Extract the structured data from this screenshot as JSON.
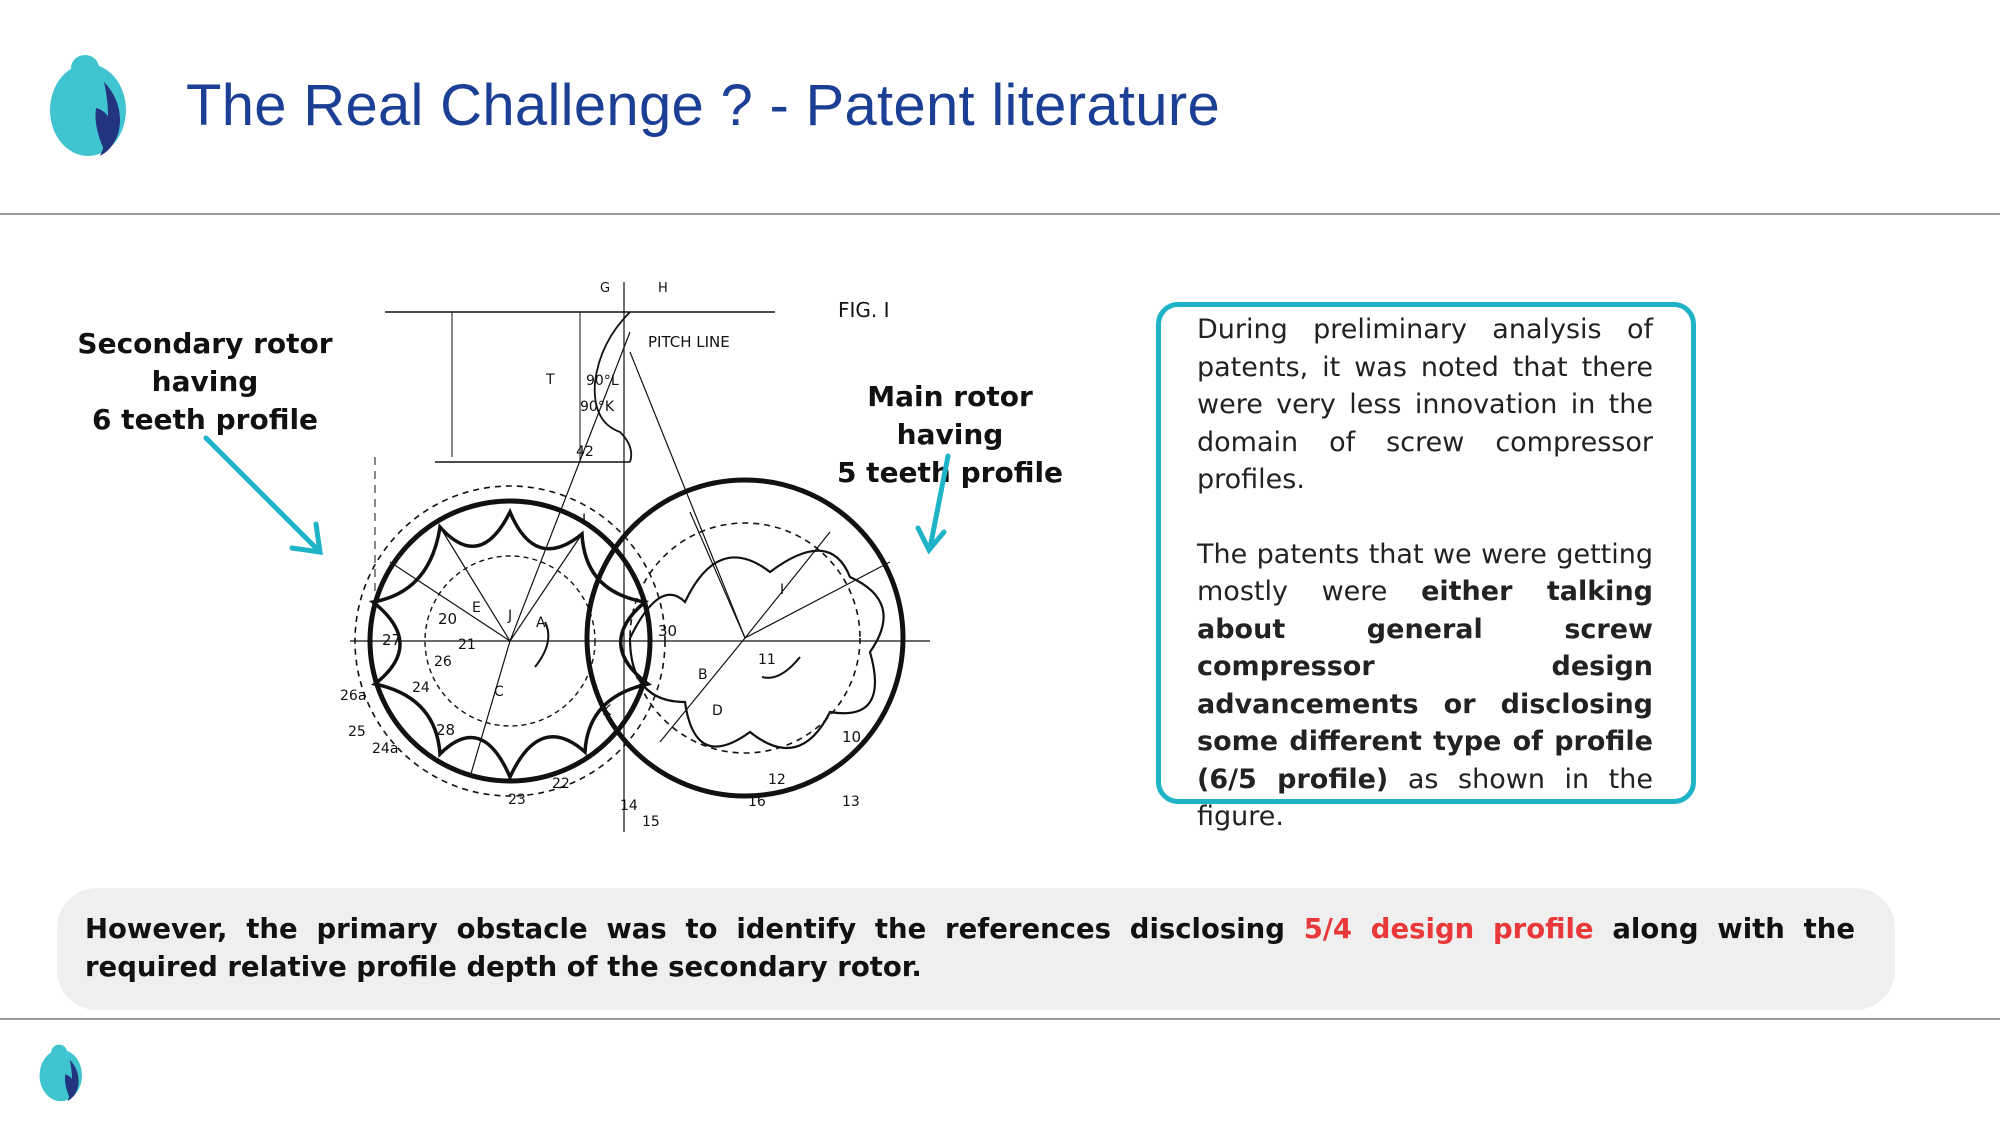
{
  "slide": {
    "title": "The Real Challenge ? - Patent literature"
  },
  "labels": {
    "secondary_rotor": [
      "Secondary rotor",
      "having",
      "6 teeth profile"
    ],
    "main_rotor": [
      "Main rotor having",
      "5 teeth profile"
    ]
  },
  "figure": {
    "fig_caption": "FIG. I",
    "pitch_line": "PITCH LINE",
    "dims": [
      "G",
      "H",
      "T",
      "90°L",
      "90°K",
      "42"
    ],
    "letters": [
      "E",
      "J",
      "A",
      "C",
      "B",
      "D",
      "I",
      "L",
      "K"
    ],
    "numbers_left": [
      "20",
      "21",
      "27",
      "26",
      "26a",
      "24",
      "25",
      "24a",
      "28",
      "23",
      "22"
    ],
    "numbers_right": [
      "30",
      "11",
      "10",
      "12",
      "13",
      "14",
      "15",
      "16"
    ]
  },
  "info_box": {
    "paragraph1": "During preliminary analysis of patents, it was noted that there were very less innovation in the domain of screw compressor profiles.",
    "p2_intro": "The patents that we were getting mostly were ",
    "p2_bold": "either talking about general screw compressor design advancements or disclosing some different type of profile (6/5 profile)",
    "p2_tail": " as shown in the figure."
  },
  "bottom_banner": {
    "prefix": "However, the primary obstacle was to identify the references disclosing ",
    "highlight": "5/4 design profile",
    "suffix": " along with the required relative profile depth of the secondary rotor."
  },
  "colors": {
    "title_blue": "#1b3f94",
    "accent_teal": "#1fb3c7",
    "logo_navy": "#23357f",
    "highlight_red": "#e8383a",
    "banner_bg": "#efefef"
  },
  "icons": {
    "brand_logo": "brand-logo-icon",
    "pointer_arrow": "arrow-icon"
  }
}
